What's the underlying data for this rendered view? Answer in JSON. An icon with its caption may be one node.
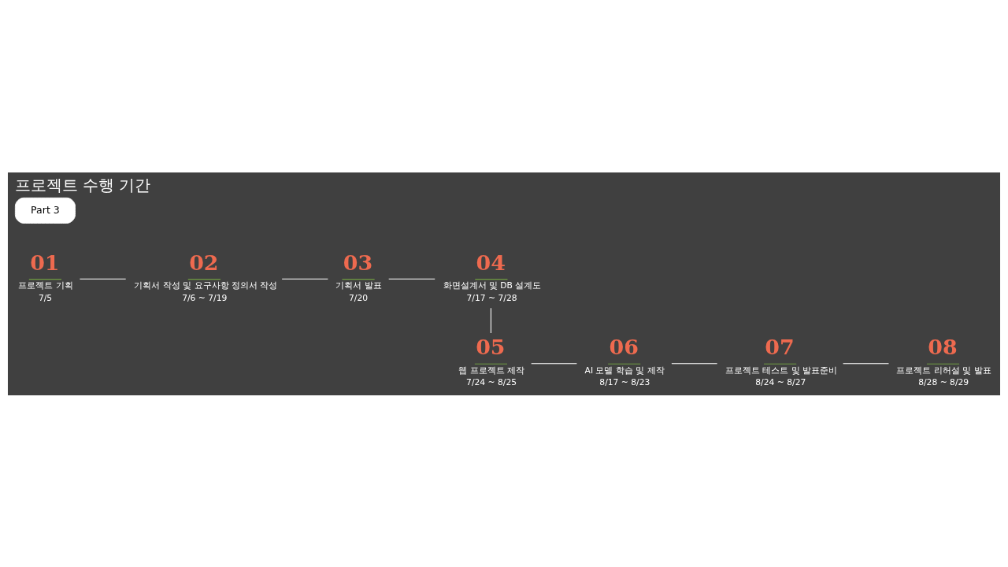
{
  "diagram": {
    "title": "프로젝트 수행 기간",
    "nodes": [
      {
        "text": [
          "Part 3"
        ]
      },
      {
        "text": [
          "01",
          "프로젝트 기획",
          "7/5"
        ]
      },
      {
        "text": [
          "02",
          "기획서 작성 및 요구사항 정의서 작성",
          "7/6 ~ 7/19"
        ]
      },
      {
        "text": [
          "03",
          "기획서 발표",
          "7/20"
        ]
      },
      {
        "text": [
          "04",
          "화면설계서 및 DB 설계도",
          "7/17 ~ 7/28"
        ]
      },
      {
        "text": [
          "05",
          "웹 프로젝트 제작",
          "7/24 ~ 8/25"
        ]
      },
      {
        "text": [
          "06",
          "AI 모델 학습 및 제작",
          "8/17 ~ 8/23"
        ]
      },
      {
        "text": [
          "07",
          "프로젝트 테스트 및 발표준비",
          "8/24 ~ 8/27"
        ]
      },
      {
        "text": [
          "08",
          "프로젝트 리허설 및 발표",
          "8/28 ~ 8/29"
        ]
      }
    ],
    "edges": [
      {
        "from": 1,
        "to": 2,
        "arrow": "none"
      },
      {
        "from": 2,
        "to": 3,
        "arrow": "none"
      },
      {
        "from": 3,
        "to": 4,
        "arrow": "none"
      },
      {
        "from": 4,
        "to": 5,
        "arrow": "none"
      },
      {
        "from": 5,
        "to": 6,
        "arrow": "none"
      },
      {
        "from": 6,
        "to": 7,
        "arrow": "none"
      },
      {
        "from": 7,
        "to": 8,
        "arrow": "none"
      }
    ]
  }
}
